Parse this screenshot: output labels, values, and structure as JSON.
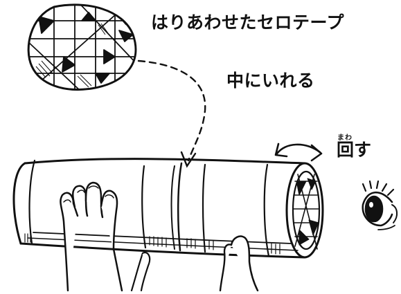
{
  "labels": {
    "tape": "はりあわせたセロテープ",
    "insert": "中にいれる",
    "rotate": "回す",
    "rotate_ruby": "まわ"
  },
  "colors": {
    "ink": "#111111",
    "paper": "#ffffff"
  },
  "icons": {
    "tape_disc": "taped-mosaic-disc-icon",
    "tube": "paper-tube-icon",
    "hands": "hands-icon",
    "eye": "eye-icon",
    "rotate_arrow": "curved-arrow-icon"
  }
}
